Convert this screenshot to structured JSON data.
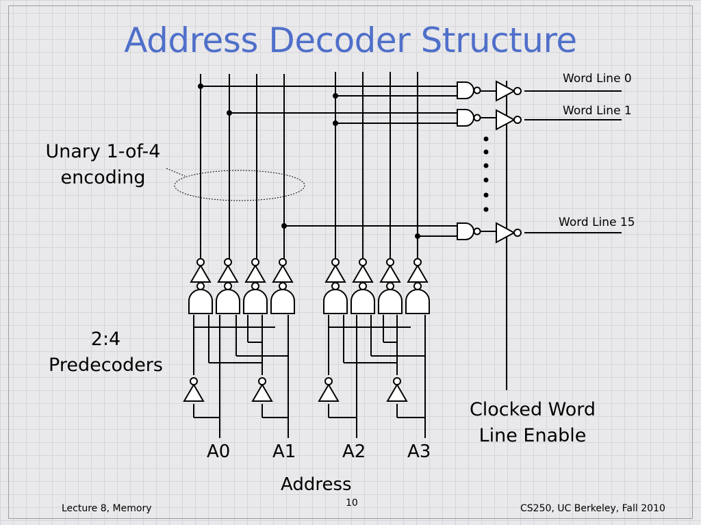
{
  "slide": {
    "title": "Address Decoder Structure",
    "word_lines": [
      "Word Line 0",
      "Word Line 1",
      "Word Line 15"
    ],
    "unary_label": [
      "Unary 1-of-4",
      "encoding"
    ],
    "predecoder_label": [
      "2:4",
      "Predecoders"
    ],
    "clock_label": [
      "Clocked Word",
      "Line Enable"
    ],
    "address_inputs": [
      "A0",
      "A1",
      "A2",
      "A3"
    ],
    "address_label": "Address",
    "footer_left": "Lecture 8, Memory",
    "page_number": "10",
    "footer_right": "CS250, UC Berkeley, Fall 2010"
  }
}
